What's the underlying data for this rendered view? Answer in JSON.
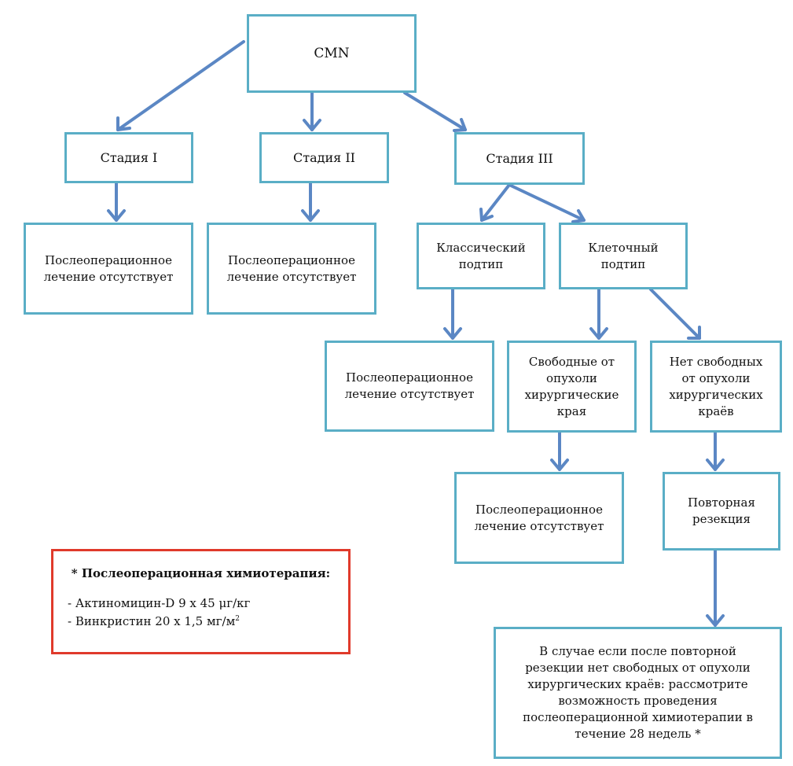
{
  "nodes": {
    "root": "CMN",
    "stage1": "Стадия I",
    "stage2": "Стадия II",
    "stage3": "Стадия III",
    "no_treatment_1": "Послеоперационное\nлечение отсутствует",
    "no_treatment_2": "Послеоперационное\nлечение отсутствует",
    "classic": "Классический\nподтип",
    "cellular": "Клеточный\nподтип",
    "no_treatment_3": "Послеоперационное\nлечение отсутствует",
    "free_margins": "Свободные  от\nопухоли\nхирургические\nкрая",
    "no_free_margins": "Нет свободных\nот опухоли\nхирургических\nкраёв",
    "no_treatment_4": "Послеоперационное\nлечение отсутствует",
    "re_resection": "Повторная\nрезекция",
    "consider_chemo": "В случае если после повторной\nрезекции нет свободных  от опухоли\nхирургических краёв: рассмотрите\nвозможность проведения\nпослеоперационной химиотерапии в\nтечение 28 недель *"
  },
  "note": {
    "title": "* Послеоперационная химиотерапия:",
    "line1": "- Актиномицин-D 9 x 45 μг/кг",
    "line2": "- Винкристин 20 x 1,5 мг/м",
    "line2_sup": "2"
  },
  "colors": {
    "box_border": "#5aaec6",
    "arrow": "#5b87c4",
    "note_border": "#e03a2b"
  }
}
